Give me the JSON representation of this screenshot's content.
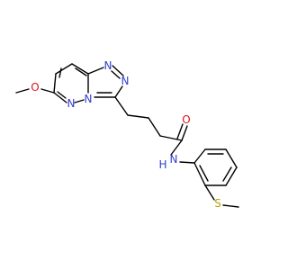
{
  "molecule": {
    "atoms": {
      "N1": "N",
      "N2": "N",
      "N3": "N",
      "N4": "N",
      "O_methoxy": "O",
      "O_carbonyl": "O",
      "N_amide": "N",
      "H_amide": "H",
      "S": "S"
    },
    "colors": {
      "nitrogen": "#2f3fd1",
      "oxygen": "#e0141e",
      "sulfur": "#b8a100",
      "bond": "#000000"
    }
  }
}
